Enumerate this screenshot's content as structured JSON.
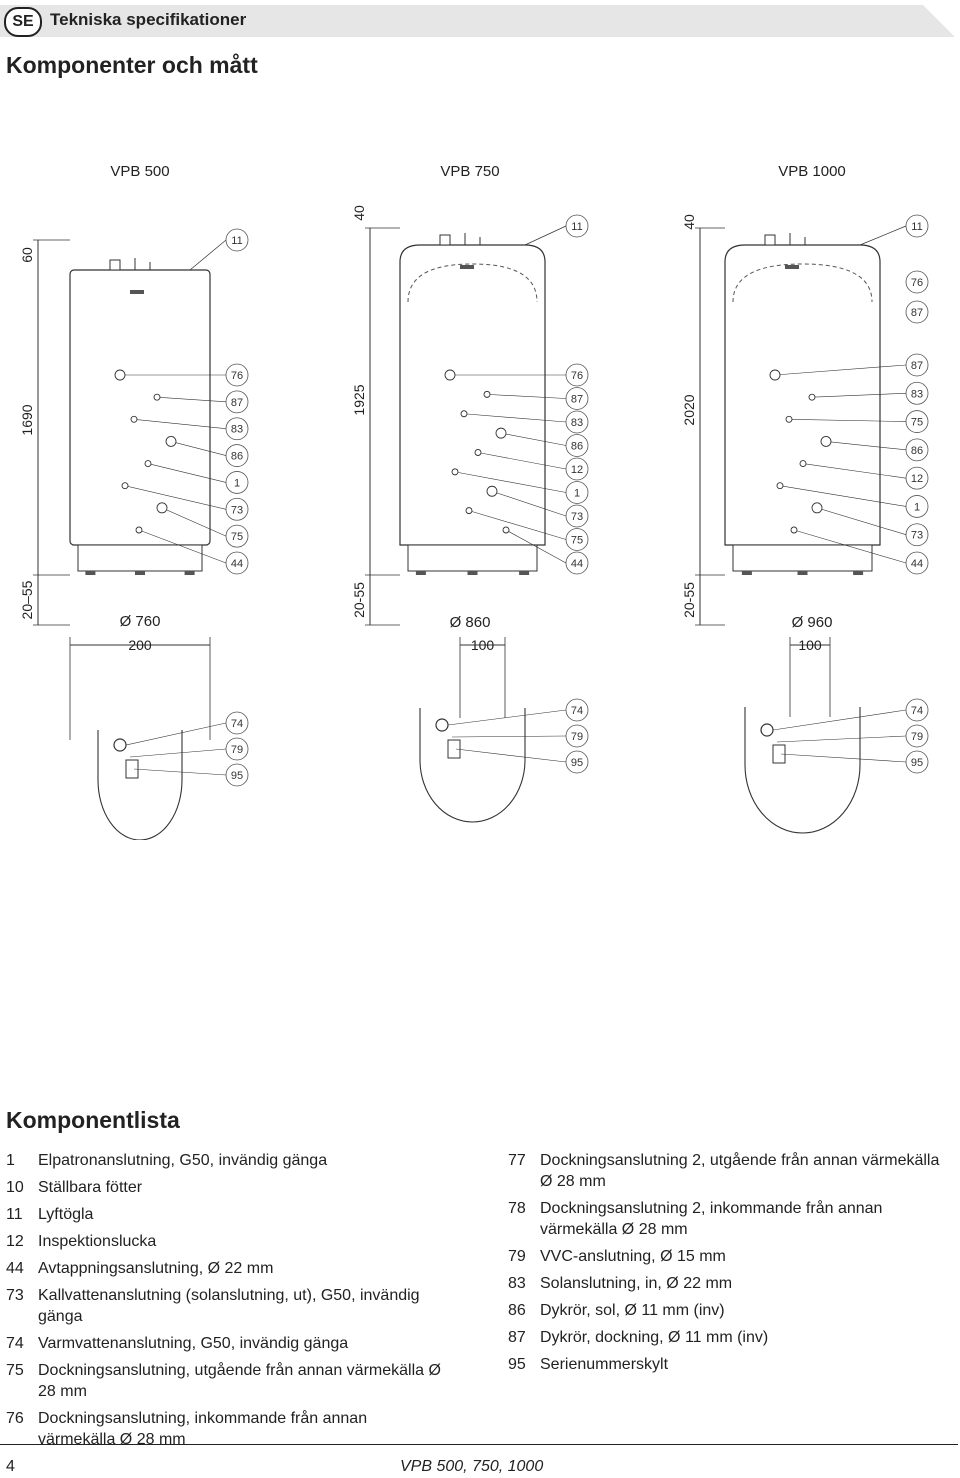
{
  "header": {
    "badge": "SE",
    "title": "Tekniska specifikationer"
  },
  "page_title": "Komponenter och mått",
  "diagram": {
    "models": [
      {
        "name": "VPB 500",
        "top_dim": "60",
        "height_dim": "1690",
        "feet_dim": "20–55",
        "diameter": "Ø 760",
        "bottom_dim": "200",
        "top_labels": [
          "11"
        ],
        "side_labels": [
          "76",
          "87",
          "83",
          "86",
          "1",
          "73",
          "75",
          "44"
        ],
        "plan_labels": [
          "74",
          "79",
          "95"
        ]
      },
      {
        "name": "VPB 750",
        "top_dim": "40",
        "height_dim": "1925",
        "feet_dim": "20-55",
        "diameter": "Ø 860",
        "bottom_dim": "100",
        "top_labels": [
          "11"
        ],
        "side_labels": [
          "76",
          "87",
          "83",
          "86",
          "12",
          "1",
          "73",
          "75",
          "44"
        ],
        "plan_labels": [
          "74",
          "79",
          "95"
        ]
      },
      {
        "name": "VPB 1000",
        "top_dim": "40",
        "height_dim": "2020",
        "feet_dim": "20-55",
        "diameter": "Ø 960",
        "bottom_dim": "100",
        "top_labels": [
          "11",
          "76",
          "87"
        ],
        "side_labels": [
          "87",
          "83",
          "75",
          "86",
          "12",
          "1",
          "73",
          "44"
        ],
        "plan_labels": [
          "74",
          "79",
          "95"
        ]
      }
    ]
  },
  "component_list": {
    "title": "Komponentlista",
    "left": [
      {
        "num": "1",
        "text": "Elpatronanslutning, G50, invändig gänga"
      },
      {
        "num": "10",
        "text": "Ställbara fötter"
      },
      {
        "num": "11",
        "text": "Lyftögla"
      },
      {
        "num": "12",
        "text": "Inspektionslucka"
      },
      {
        "num": "44",
        "text": "Avtappningsanslutning, Ø 22 mm"
      },
      {
        "num": "73",
        "text": "Kallvattenanslutning (solanslutning, ut), G50, invändig gänga"
      },
      {
        "num": "74",
        "text": "Varmvattenanslutning, G50, invändig gänga"
      },
      {
        "num": "75",
        "text": "Dockningsanslutning, utgående från annan värmekälla Ø 28 mm"
      },
      {
        "num": "76",
        "text": "Dockningsanslutning, inkommande från annan värmekälla Ø 28 mm"
      }
    ],
    "right": [
      {
        "num": "77",
        "text": "Dockningsanslutning 2, utgående från annan värmekälla Ø 28 mm"
      },
      {
        "num": "78",
        "text": "Dockningsanslutning 2, inkommande från annan värmekälla Ø 28 mm"
      },
      {
        "num": "79",
        "text": "VVC-anslutning, Ø 15 mm"
      },
      {
        "num": "83",
        "text": "Solanslutning, in, Ø 22 mm"
      },
      {
        "num": "86",
        "text": "Dykrör, sol, Ø 11 mm (inv)"
      },
      {
        "num": "87",
        "text": "Dykrör, dockning, Ø 11 mm (inv)"
      },
      {
        "num": "95",
        "text": "Serienummerskylt"
      }
    ]
  },
  "footer": {
    "page": "4",
    "title": "VPB 500, 750, 1000"
  }
}
